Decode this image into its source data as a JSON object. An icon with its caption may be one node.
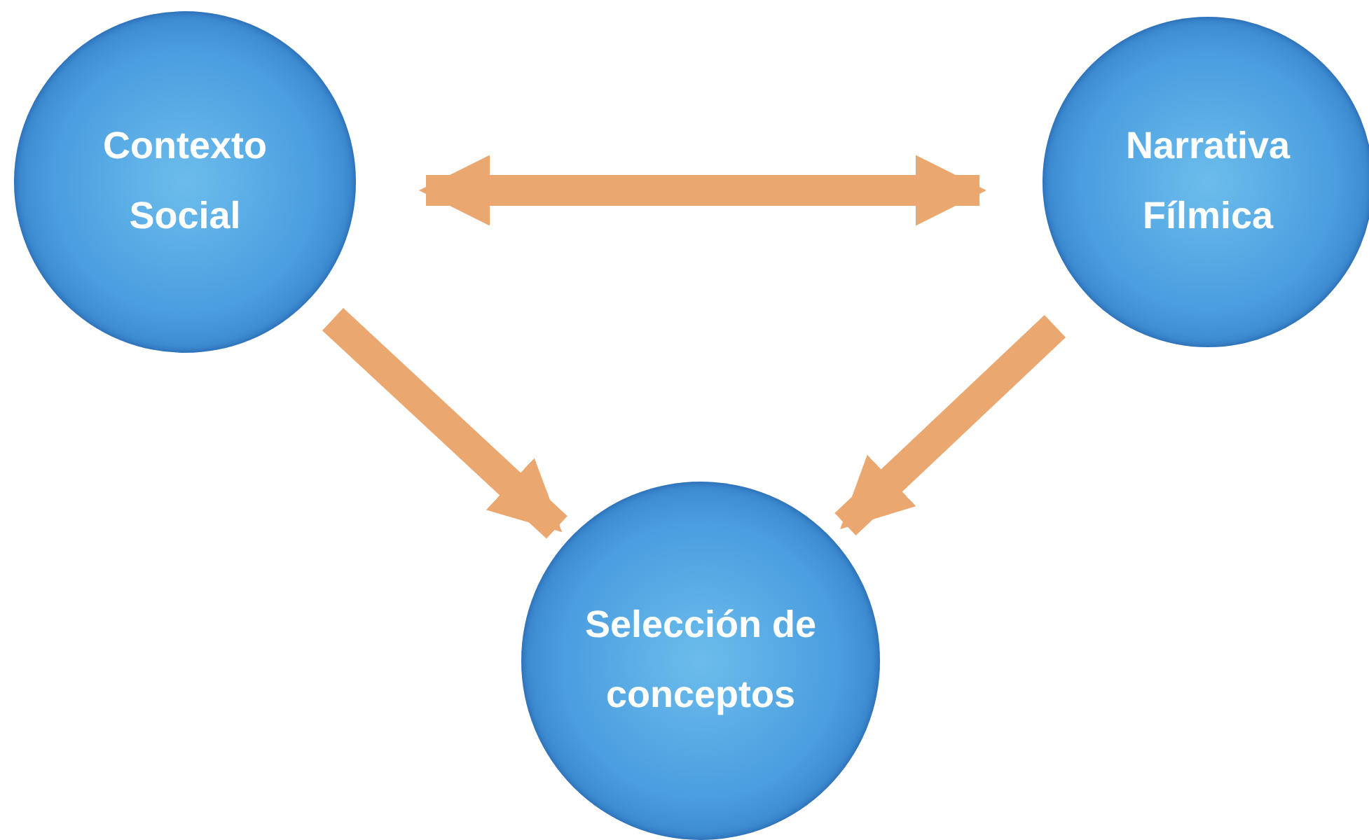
{
  "diagram": {
    "nodes": [
      {
        "text": [
          "Contexto Social"
        ]
      },
      {
        "text": [
          "Narrativa Fílmica"
        ]
      },
      {
        "text": [
          "Selección de conceptos"
        ]
      }
    ],
    "edges": [
      {
        "from": 0,
        "to": 1,
        "arrow": "both"
      },
      {
        "from": 0,
        "to": 2,
        "arrow": "to"
      },
      {
        "from": 1,
        "to": 2,
        "arrow": "to"
      }
    ]
  }
}
